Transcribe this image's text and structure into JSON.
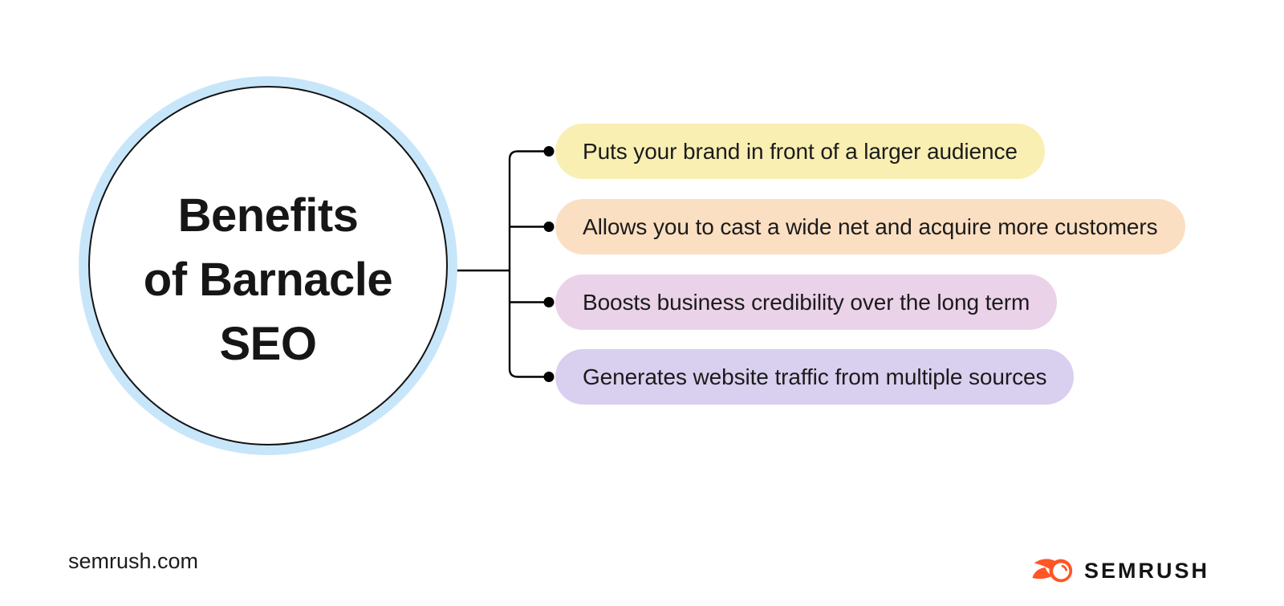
{
  "page": {
    "background_color": "#FFFFFF",
    "text_color": "#1B1B1B"
  },
  "diagram": {
    "center_node": {
      "title": "Benefits of Barnacle SEO",
      "title_lines": [
        "Benefits",
        "of Barnacle",
        "SEO"
      ],
      "halo_color": "#C8E6FA",
      "fill_color": "#FFFFFF",
      "border_color": "#131313"
    },
    "connector_color": "#000000",
    "benefits": [
      {
        "label": "Puts your brand in front of a larger audience",
        "color": "#F9EFB3"
      },
      {
        "label": "Allows you to cast a wide net and acquire more customers",
        "color": "#FBDFC2"
      },
      {
        "label": "Boosts business credibility over the long term",
        "color": "#EAD2E9"
      },
      {
        "label": "Generates website traffic from multiple sources",
        "color": "#D9CFEF"
      }
    ]
  },
  "footer": {
    "site_label": "semrush.com",
    "brand": {
      "wordmark": "SEMRUSH",
      "icon": "semrush-fireball-icon",
      "icon_color": "#FF5626",
      "wordmark_color": "#141414"
    }
  }
}
